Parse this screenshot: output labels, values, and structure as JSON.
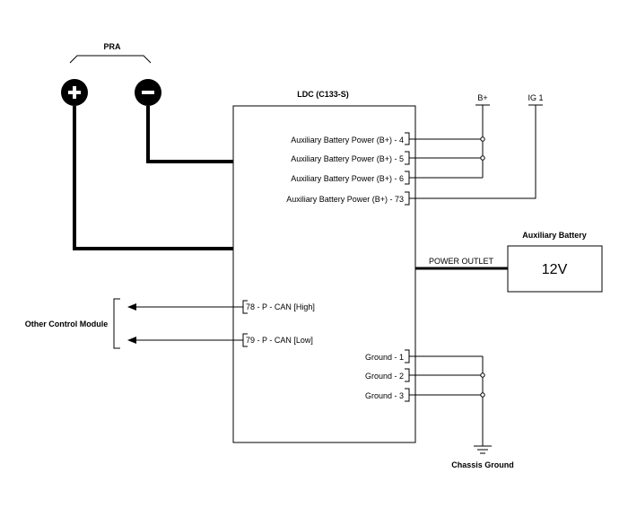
{
  "pra": {
    "label": "PRA",
    "plus_symbol": "+",
    "minus_symbol": "−"
  },
  "ldc": {
    "title": "LDC (C133-S)",
    "pins_right": [
      "Auxiliary Battery Power (B+) - 4",
      "Auxiliary Battery Power (B+) - 5",
      "Auxiliary Battery Power (B+) - 6",
      "Auxiliary Battery Power (B+) - 73"
    ],
    "pins_left": [
      "78 - P - CAN [High]",
      "79 - P - CAN [Low]"
    ],
    "ground_pins": [
      "Ground - 1",
      "Ground - 2",
      "Ground - 3"
    ]
  },
  "supply": {
    "b_plus": "B+",
    "ig1": "IG 1"
  },
  "battery": {
    "title": "Auxiliary Battery",
    "voltage": "12V",
    "connection_label": "POWER OUTLET"
  },
  "other_module": {
    "label": "Other Control Module"
  },
  "ground": {
    "label": "Chassis Ground"
  }
}
